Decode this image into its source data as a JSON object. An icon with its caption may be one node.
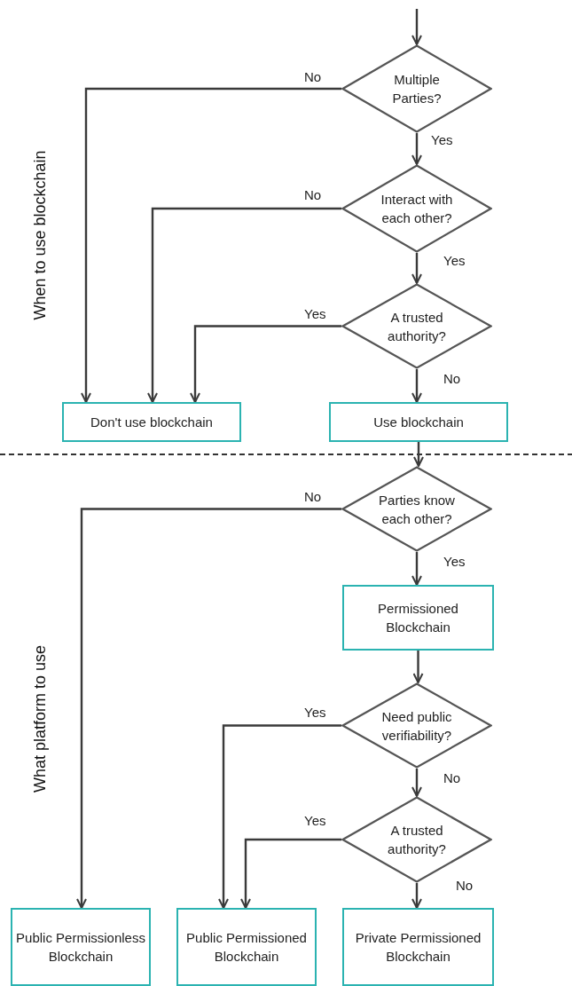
{
  "diagram": {
    "nodes": [
      {
        "text": [
          "Multiple Parties?"
        ]
      },
      {
        "text": [
          "Interact with each other?"
        ]
      },
      {
        "text": [
          "A trusted authority?"
        ]
      },
      {
        "text": [
          "Don't use blockchain"
        ]
      },
      {
        "text": [
          "Use blockchain"
        ]
      },
      {
        "text": [
          "Parties know each other?"
        ]
      },
      {
        "text": [
          "Permissioned Blockchain"
        ]
      },
      {
        "text": [
          "Need public verifiability?"
        ]
      },
      {
        "text": [
          "A trusted authority?"
        ]
      },
      {
        "text": [
          "Public Permissionless Blockchain"
        ]
      },
      {
        "text": [
          "Public Permissioned Blockchain"
        ]
      },
      {
        "text": [
          "Private Permissioned Blockchain"
        ]
      }
    ],
    "edges": [
      {
        "from": null,
        "to": 0,
        "arrow": "to"
      },
      {
        "from": 0,
        "to": 3,
        "arrow": "to",
        "label": "No"
      },
      {
        "from": 0,
        "to": 1,
        "arrow": "to",
        "label": "Yes"
      },
      {
        "from": 1,
        "to": 3,
        "arrow": "to",
        "label": "No"
      },
      {
        "from": 1,
        "to": 2,
        "arrow": "to",
        "label": "Yes"
      },
      {
        "from": 2,
        "to": 3,
        "arrow": "to",
        "label": "Yes"
      },
      {
        "from": 2,
        "to": 4,
        "arrow": "to",
        "label": "No"
      },
      {
        "from": 4,
        "to": 5,
        "arrow": "to"
      },
      {
        "from": 5,
        "to": 9,
        "arrow": "to",
        "label": "No"
      },
      {
        "from": 5,
        "to": 6,
        "arrow": "to",
        "label": "Yes"
      },
      {
        "from": 6,
        "to": 7,
        "arrow": "to"
      },
      {
        "from": 7,
        "to": 10,
        "arrow": "to",
        "label": "Yes"
      },
      {
        "from": 7,
        "to": 8,
        "arrow": "to",
        "label": "No"
      },
      {
        "from": 8,
        "to": 10,
        "arrow": "to",
        "label": "Yes"
      },
      {
        "from": 8,
        "to": 11,
        "arrow": "to",
        "label": "No"
      }
    ],
    "labels": [
      "When to use blockchain",
      "What platform to use"
    ]
  }
}
